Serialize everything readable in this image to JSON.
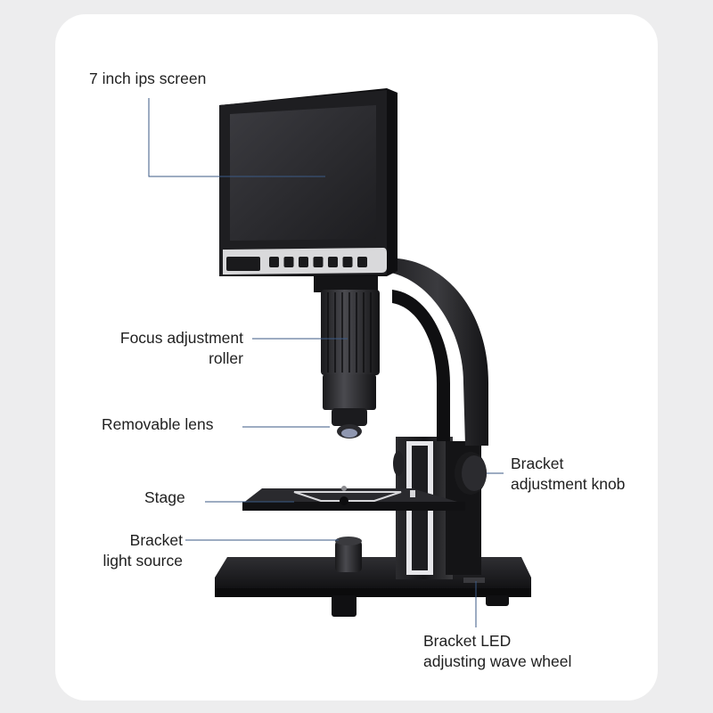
{
  "labels": {
    "screen": "7 inch ips screen",
    "focus_line1": "Focus adjustment",
    "focus_line2": "roller",
    "lens": "Removable lens",
    "stage": "Stage",
    "light_line1": "Bracket",
    "light_line2": "light source",
    "knob_line1": "Bracket",
    "knob_line2": "adjustment knob",
    "led_line1": "Bracket LED",
    "led_line2": "adjusting wave wheel"
  },
  "colors": {
    "background": "#ededee",
    "card": "#ffffff",
    "device_body": "#1c1c1e",
    "screen_glass": "#2a2a2d",
    "bezel_strip": "#d9d9db",
    "leader_line": "#3b5a86",
    "text": "#1f1f1f"
  },
  "icons": {
    "device": "digital-microscope",
    "buttons": "screen-control-buttons"
  },
  "screen_buttons": [
    "",
    "",
    "",
    "",
    "",
    "",
    ""
  ]
}
